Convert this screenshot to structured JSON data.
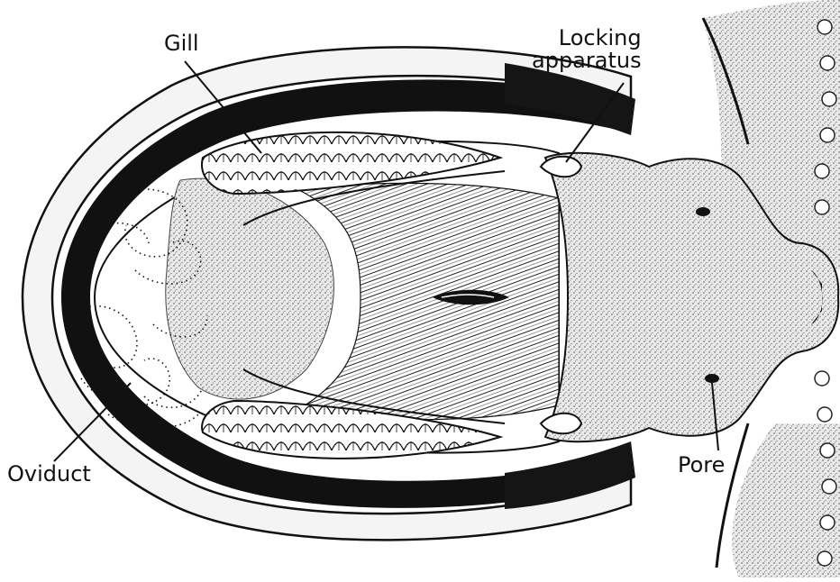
{
  "diagram": {
    "labels": {
      "gill": "Gill",
      "locking_line1": "Locking",
      "locking_line2": "apparatus",
      "oviduct": "Oviduct",
      "pore": "Pore"
    },
    "colors": {
      "ink": "#111111",
      "paper": "#ffffff",
      "stipple": "#c8c8c8"
    }
  }
}
